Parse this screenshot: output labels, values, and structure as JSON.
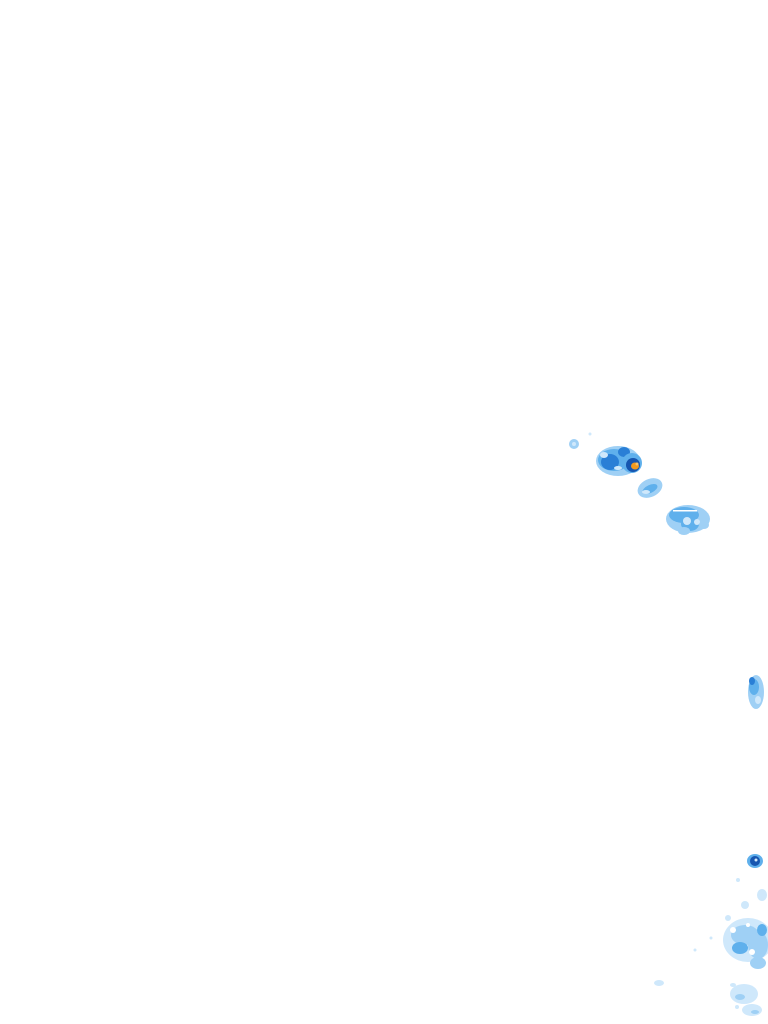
{
  "map": {
    "kind": "weather-radar-precipitation-overlay",
    "background_color": "#ffffff",
    "intensity_palette": {
      "very_light": "#cfe8fb",
      "light": "#9fd0f5",
      "moderate": "#5fb0ec",
      "heavy": "#2a7fd6",
      "very_heavy": "#1656b0",
      "extreme": "#f39a1e"
    },
    "cells": [
      {
        "name": "cell-north-cluster",
        "intensity": "heavy"
      },
      {
        "name": "cell-north-core",
        "intensity": "extreme"
      },
      {
        "name": "cell-north-small",
        "intensity": "light"
      },
      {
        "name": "cell-mid-band",
        "intensity": "moderate"
      },
      {
        "name": "cell-east-cluster",
        "intensity": "moderate"
      },
      {
        "name": "cell-right-edge",
        "intensity": "heavy"
      },
      {
        "name": "cell-southeast-core",
        "intensity": "very_heavy"
      },
      {
        "name": "cell-southeast-field",
        "intensity": "light"
      }
    ]
  }
}
